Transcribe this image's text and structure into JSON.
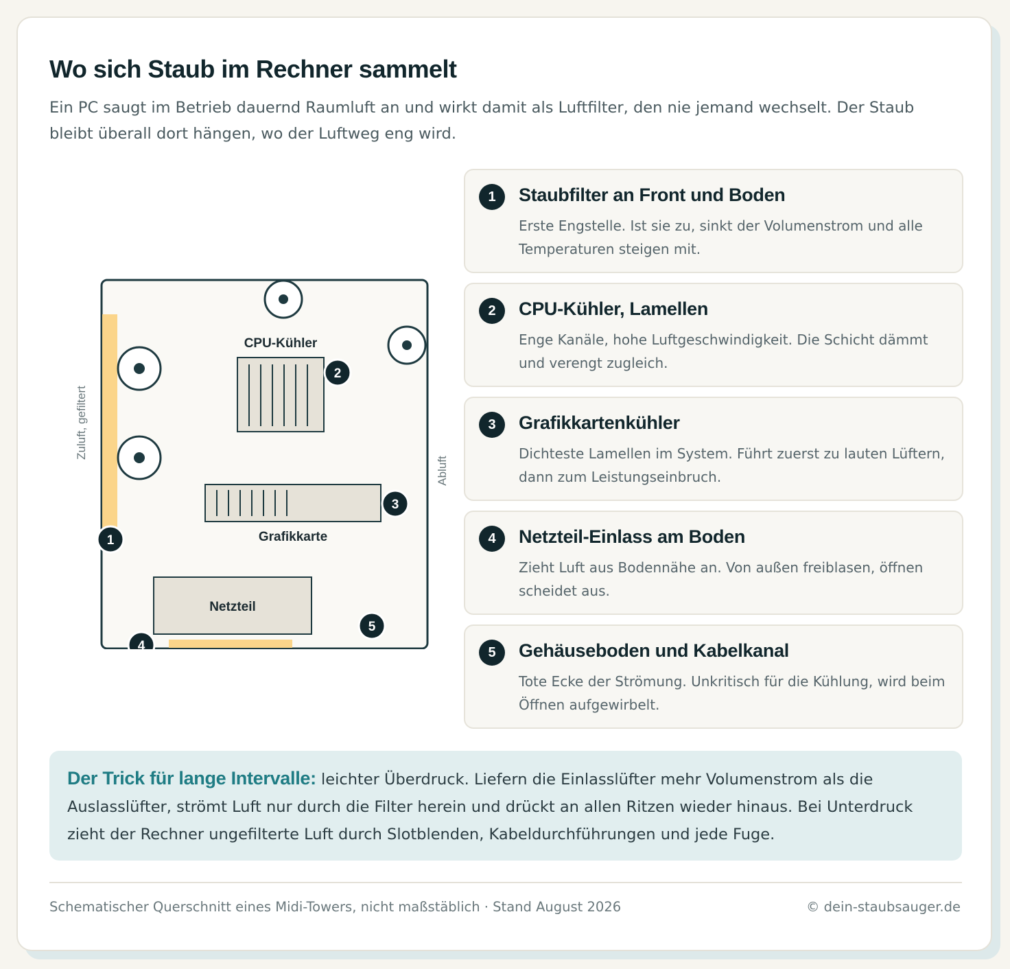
{
  "header": {
    "title": "Wo sich Staub im Rechner sammelt",
    "lead": "Ein PC saugt im Betrieb dauernd Raumluft an und wirkt damit als Luftfilter, den nie jemand wechselt. Der Staub bleibt überall dort hängen, wo der Luftweg eng wird."
  },
  "diagram": {
    "intake_label": "Zuluft, gefiltert",
    "exhaust_label": "Abluft",
    "cpu_label": "CPU-Kühler",
    "gpu_label": "Grafikkarte",
    "psu_label": "Netzteil",
    "markers": [
      "1",
      "2",
      "3",
      "4",
      "5"
    ],
    "colors": {
      "frame": "#1e3a40",
      "airflow": "#2a8a92",
      "filter": "#fbd58a",
      "component": "#e6e2d8"
    }
  },
  "steps": [
    {
      "num": "1",
      "title": "Staubfilter an Front und Boden",
      "desc": "Erste Engstelle. Ist sie zu, sinkt der Volumenstrom und alle Temperaturen steigen mit."
    },
    {
      "num": "2",
      "title": "CPU-Kühler, Lamellen",
      "desc": "Enge Kanäle, hohe Luftgeschwindigkeit. Die Schicht dämmt und verengt zugleich."
    },
    {
      "num": "3",
      "title": "Grafikkartenkühler",
      "desc": "Dichteste Lamellen im System. Führt zuerst zu lauten Lüftern, dann zum Leistungseinbruch."
    },
    {
      "num": "4",
      "title": "Netzteil-Einlass am Boden",
      "desc": "Zieht Luft aus Bodennähe an. Von außen freiblasen, öffnen scheidet aus."
    },
    {
      "num": "5",
      "title": "Gehäuseboden und Kabelkanal",
      "desc": "Tote Ecke der Strömung. Unkritisch für die Kühlung, wird beim Öffnen aufgewirbelt."
    }
  ],
  "tip": {
    "lead": "Der Trick für lange Intervalle:",
    "text": " leichter Überdruck. Liefern die Einlasslüfter mehr Volumenstrom als die Auslasslüfter, strömt Luft nur durch die Filter herein und drückt an allen Ritzen wieder hinaus. Bei Unterdruck zieht der Rechner ungefilterte Luft durch Slotblenden, Kabeldurchführungen und jede Fuge."
  },
  "footer": {
    "left": "Schematischer Querschnitt eines Midi-Towers, nicht maßstäblich · Stand August 2026",
    "right": "© dein-staubsauger.de"
  }
}
